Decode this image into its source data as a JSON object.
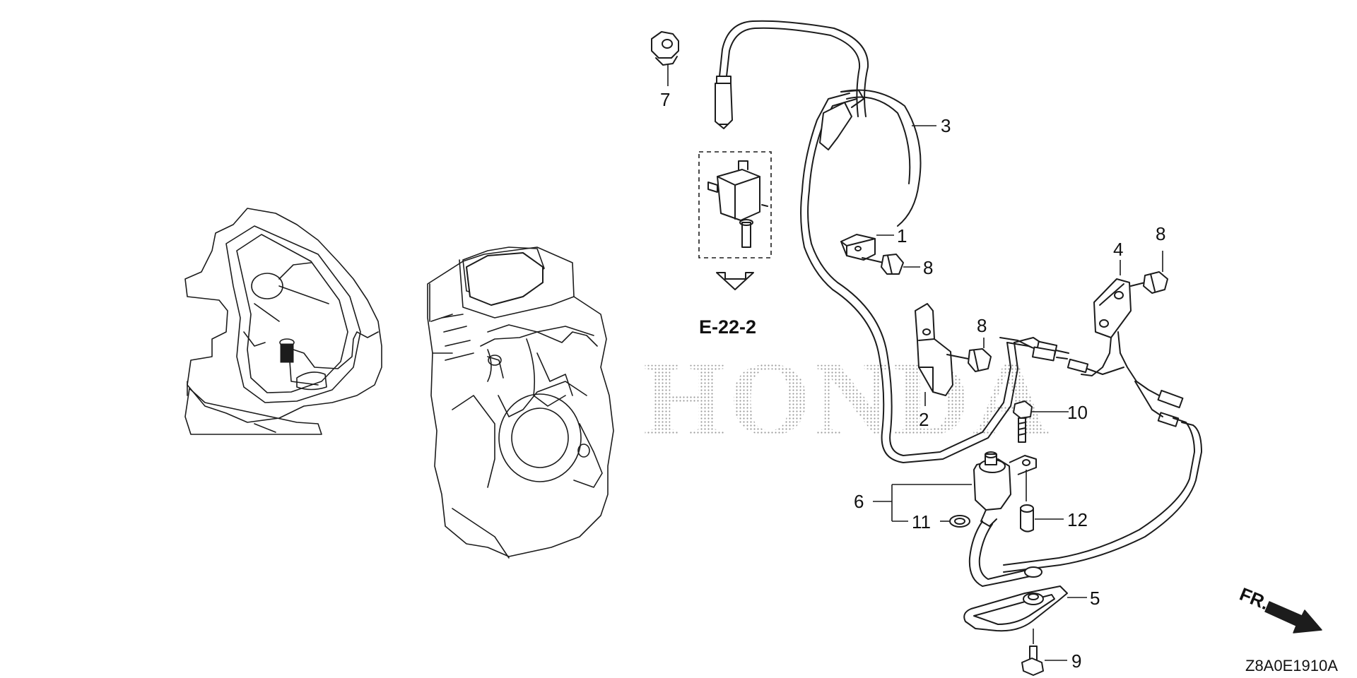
{
  "watermark": "HONDA",
  "reference_link": "E-22-2",
  "diagram_code": "Z8A0E1910A",
  "direction_label": "FR.",
  "callouts": {
    "c1": "1",
    "c2": "2",
    "c3": "3",
    "c4": "4",
    "c5": "5",
    "c6": "6",
    "c7": "7",
    "c8a": "8",
    "c8b": "8",
    "c8c": "8",
    "c9": "9",
    "c10": "10",
    "c11": "11",
    "c12": "12"
  }
}
